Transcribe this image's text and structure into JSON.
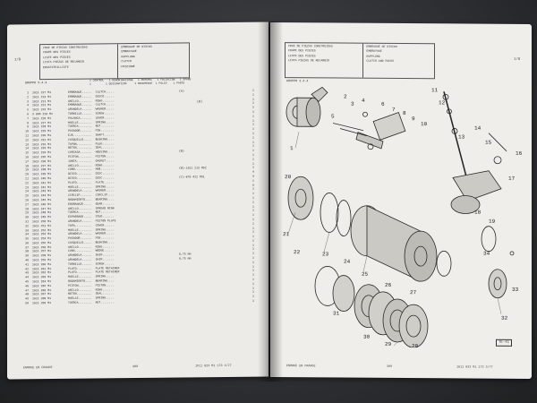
{
  "left_page": {
    "corner_number": "1/8",
    "header": {
      "col1": "CRUZ DE PIEZAS CONSTRUIDAS\nCOUPE DES PIECES\nLISTE DES PIECES\nLISTA PIEZAS DE RECAMBIO\nERSATZTEILLISTE",
      "col2": "EMBRAGUE DE DISCOS\nEMBRAYAGE\nKUPPLUNG\nCLUTCH\nFRIZIONE"
    },
    "unit_label": "GRUPPO 3.4.4",
    "column_heading": "1 CONTROL   1 DENOMINAZIONE   1 PERSPEC   1 FOLIACION   1 SPARE\n1         1 DESIGNATION     1 REFERENCE  1 FOLIO    1 PARTE",
    "side_note": "(B)",
    "rows": [
      {
        "pos": "1",
        "num": "1611 217 M1",
        "desc": "EMBRAGUE......  CLUTCH.....",
        "ref": "(A)",
        "qty": "1"
      },
      {
        "pos": "2",
        "num": "1611 213 M1",
        "desc": "EMBRAGUE......  DISCO......",
        "ref": "",
        "qty": "1"
      },
      {
        "pos": "3",
        "num": "1611 211 M1",
        "desc": "ANILLO........  RING.......",
        "ref": "",
        "qty": "1"
      },
      {
        "pos": "4",
        "num": "1611 221 M1",
        "desc": "EMBRAGUE......  CLUTCH.....",
        "ref": "",
        "qty": "1"
      },
      {
        "pos": "5",
        "num": "1611 223 M1",
        "desc": "ARANDELA......  WASHER.....",
        "ref": "",
        "qty": "2"
      },
      {
        "pos": "6",
        "num": "3 006 220 M1",
        "desc": "TORNILLO......  SCREW......",
        "ref": "",
        "qty": "1"
      },
      {
        "pos": "7",
        "num": "1611 226 M1",
        "desc": "PALANCA.......  LEVER......",
        "ref": "",
        "qty": "1"
      },
      {
        "pos": "8",
        "num": "1611 227 M1",
        "desc": "MUELLE........  SPRING.....",
        "ref": "",
        "qty": "1"
      },
      {
        "pos": "9",
        "num": "1611 228 M1",
        "desc": "TUERCA........  NUT........",
        "ref": "",
        "qty": "1"
      },
      {
        "pos": "10",
        "num": "1611 229 M1",
        "desc": "PASADOR.......  PIN........",
        "ref": "",
        "qty": "1"
      },
      {
        "pos": "11",
        "num": "1611 230 M1",
        "desc": "EJE...........  SHAFT......",
        "ref": "",
        "qty": "1"
      },
      {
        "pos": "12",
        "num": "1611 231 M1",
        "desc": "CASQUILLO.....  BUSHING....",
        "ref": "",
        "qty": "1"
      },
      {
        "pos": "13",
        "num": "1611 232 M1",
        "desc": "TAPON.........  PLUG.......",
        "ref": "",
        "qty": "1"
      },
      {
        "pos": "14",
        "num": "1611 233 M1",
        "desc": "RETEN.........  SEAL.......",
        "ref": "",
        "qty": "1"
      },
      {
        "pos": "15",
        "num": "1611 234 M1",
        "desc": "CARCASA.......  HOUSING....",
        "ref": "(B)",
        "qty": "1"
      },
      {
        "pos": "16",
        "num": "1611 235 M1",
        "desc": "PISTON........  PISTON.....",
        "ref": "",
        "qty": "1"
      },
      {
        "pos": "17",
        "num": "1611 236 M1",
        "desc": "JUNTA.........  GASKET.....",
        "ref": "",
        "qty": "1"
      },
      {
        "pos": "18",
        "num": "1611 237 M1",
        "desc": "ANILLO........  RING.......",
        "ref": "",
        "qty": "1"
      },
      {
        "pos": "19",
        "num": "1611 238 M1",
        "desc": "CUBO..........  HUB........",
        "ref": "(B)-1611 213 M92",
        "qty": "1"
      },
      {
        "pos": "20",
        "num": "1611 239 M1",
        "desc": "DISCO.........  DISC.......",
        "ref": "",
        "qty": "4"
      },
      {
        "pos": "21",
        "num": "1611 240 M1",
        "desc": "DISCO.........  DISC.......",
        "ref": "(C)-876 422 M91",
        "qty": "4"
      },
      {
        "pos": "22",
        "num": "1611 241 M1",
        "desc": "PLATO.........  PLATE......",
        "ref": "",
        "qty": "1"
      },
      {
        "pos": "23",
        "num": "1611 242 M1",
        "desc": "MUELLE........  SPRING.....",
        "ref": "",
        "qty": "6"
      },
      {
        "pos": "24",
        "num": "1611 243 M1",
        "desc": "ARANDELA......  WASHER.....",
        "ref": "",
        "qty": "1"
      },
      {
        "pos": "25",
        "num": "1611 244 M1",
        "desc": "CIRCLIP.......  CIRCLIP....",
        "ref": "",
        "qty": "1"
      },
      {
        "pos": "26",
        "num": "1611 245 M1",
        "desc": "RODAMIENTO....  BEARING....",
        "ref": "",
        "qty": "1"
      },
      {
        "pos": "27",
        "num": "1611 246 M1",
        "desc": "ENGRANAJE.....  GEAR.......",
        "ref": "",
        "qty": "1"
      },
      {
        "pos": "28",
        "num": "1611 247 M1",
        "desc": "ANILLO........  SPREAD RING",
        "ref": "",
        "qty": "1"
      },
      {
        "pos": "29",
        "num": "1611 248 M1",
        "desc": "TUERCA........  NUT........",
        "ref": "",
        "qty": "1"
      },
      {
        "pos": "30",
        "num": "1611 249 M1",
        "desc": "ESPARRAGO.....  STUD.......",
        "ref": "",
        "qty": "1"
      },
      {
        "pos": "31",
        "num": "1611 250 M1",
        "desc": "ARANDELA......  PISTON PLATE",
        "ref": "",
        "qty": "1"
      },
      {
        "pos": "32",
        "num": "1611 251 M1",
        "desc": "TAPA..........  COVER......",
        "ref": "",
        "qty": "1"
      },
      {
        "pos": "33",
        "num": "1611 252 M1",
        "desc": "MUELLE........  SPRING.....",
        "ref": "",
        "qty": "1"
      },
      {
        "pos": "34",
        "num": "1611 253 M1",
        "desc": "ARANDELA......  WASHER.....",
        "ref": "",
        "qty": "1"
      },
      {
        "pos": "35",
        "num": "1611 254 M1",
        "desc": "PASADOR.......  PIN........",
        "ref": "",
        "qty": "1"
      },
      {
        "pos": "36",
        "num": "1611 255 M1",
        "desc": "CASQUILLO.....  BUSHING....",
        "ref": "",
        "qty": "2"
      },
      {
        "pos": "37",
        "num": "1611 256 M1",
        "desc": "ANILLO........  RING.......",
        "ref": "",
        "qty": "1"
      },
      {
        "pos": "38",
        "num": "1611 257 M1",
        "desc": "CUNA..........  WEDGE......",
        "ref": "",
        "qty": "1"
      },
      {
        "pos": "39",
        "num": "1611 258 M1",
        "desc": "ARANDELA......  SHIM.......",
        "ref": "0,75 mm",
        "qty": "1"
      },
      {
        "pos": "40",
        "num": "1611 259 M1",
        "desc": "ARANDELA......  SHIM.......",
        "ref": "0,75 mm",
        "qty": "1"
      },
      {
        "pos": "41",
        "num": "1611 260 M1",
        "desc": "TORNILLO......  SCREW......",
        "ref": "",
        "qty": "1"
      },
      {
        "pos": "42",
        "num": "1611 261 M1",
        "desc": "PLATO.........  PLATE RETAINER",
        "ref": "",
        "qty": "1"
      },
      {
        "pos": "43",
        "num": "1611 262 M1",
        "desc": "PLATO.........  PLATE RETAINER",
        "ref": "",
        "qty": "1"
      },
      {
        "pos": "44",
        "num": "1611 263 M1",
        "desc": "MUELLE........  SPRING.....",
        "ref": "",
        "qty": "1"
      },
      {
        "pos": "45",
        "num": "1611 264 M1",
        "desc": "RODAMIENTO....  BEARING....",
        "ref": "",
        "qty": "1"
      },
      {
        "pos": "46",
        "num": "1611 265 M1",
        "desc": "PISTON........  PISTON.....",
        "ref": "",
        "qty": "1"
      },
      {
        "pos": "47",
        "num": "1611 266 M1",
        "desc": "ANILLO........  RING.......",
        "ref": "",
        "qty": "1"
      },
      {
        "pos": "48",
        "num": "1611 267 M1",
        "desc": "RETEN.........  SEAL.......",
        "ref": "",
        "qty": "1"
      },
      {
        "pos": "49",
        "num": "1611 268 M1",
        "desc": "MUELLE........  SPRING.....",
        "ref": "",
        "qty": "1"
      },
      {
        "pos": "50",
        "num": "1611 269 M1",
        "desc": "TUERCA........  NUT........",
        "ref": "",
        "qty": "1"
      }
    ],
    "footer_left": "ENROUE EN FRANCE",
    "footer_center": "308",
    "footer_right": "1611 023 M1 173 3/77"
  },
  "right_page": {
    "corner_number": "1/8",
    "header": {
      "col1": "CRUZ DE PIEZAS CONSTRUIDAS\nCOUPE DES PIECES\nLISTE DES PIECES\nLISTA PIEZAS DE RECAMBIO",
      "col2": "EMBRAGUE DE DISCOS\nEMBRAYAGE\nKUPPLUNG\nCLUTCH AND PACKS"
    },
    "unit_label": "GRUPPO 3.4.4",
    "callouts": [
      "1",
      "2",
      "3",
      "4",
      "5",
      "6",
      "7",
      "8",
      "9",
      "10",
      "11",
      "12",
      "13",
      "14",
      "15",
      "16",
      "17",
      "18",
      "19",
      "20",
      "21",
      "22",
      "23",
      "24",
      "25",
      "26",
      "27",
      "28",
      "29",
      "30",
      "31",
      "32",
      "33",
      "34"
    ],
    "figure_tag": "TE-41",
    "footer_left": "ENROUE EN FRANCE",
    "footer_center": "309",
    "footer_right": "1611 023 M1 173 3/77"
  }
}
